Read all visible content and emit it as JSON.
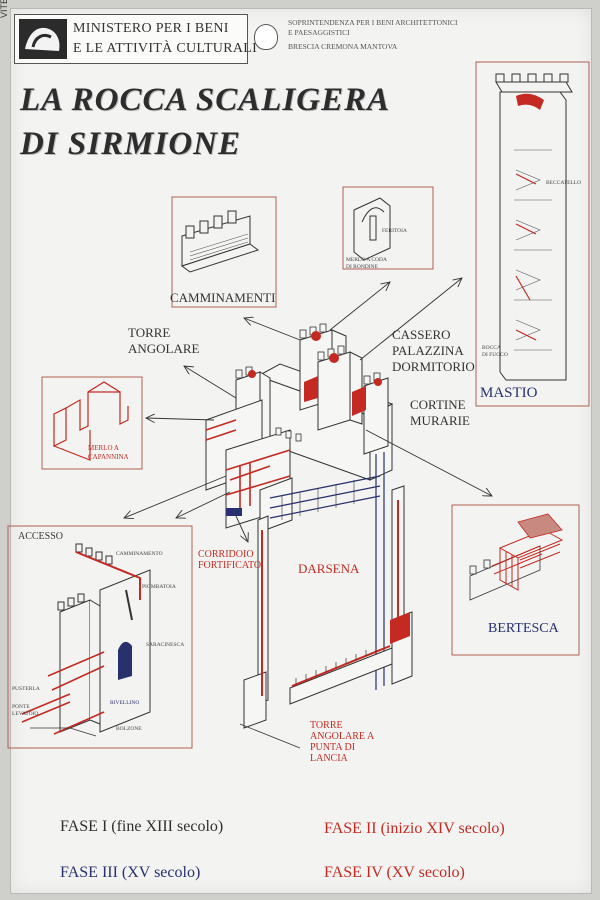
{
  "header": {
    "side_tag": "VITEAC",
    "ministry_line1": "MINISTERO PER I BENI",
    "ministry_line2": "E LE ATTIVITÀ CULTURALI",
    "sopr_line1": "SOPRINTENDENZA PER I BENI ARCHITETTONICI",
    "sopr_line2": "E PAESAGGISTICI",
    "sopr_line3": "BRESCIA CREMONA MANTOVA"
  },
  "title": {
    "line1": "LA ROCCA SCALIGERA",
    "line2": "DI SIRMIONE"
  },
  "labels": {
    "camminamenti": "CAMMINAMENTI",
    "torre_angolare_1": "TORRE",
    "torre_angolare_2": "ANGOLARE",
    "cassero_1": "CASSERO",
    "cassero_2": "PALAZZINA",
    "cassero_3": "DORMITORIO",
    "mastio": "MASTIO",
    "cortine_1": "CORTINE",
    "cortine_2": "MURARIE",
    "merlo_1": "MERLO A",
    "merlo_2": "CAPANNINA",
    "accesso": "ACCESSO",
    "corridoio_1": "CORRIDOIO",
    "corridoio_2": "FORTIFICATO",
    "darsena": "DARSENA",
    "bertesca": "BERTESCA",
    "torre_punta_1": "TORRE",
    "torre_punta_2": "ANGOLARE A",
    "torre_punta_3": "PUNTA DI",
    "torre_punta_4": "LANCIA"
  },
  "small_labels": {
    "camminamento": "CAMMINAMENTO",
    "piombatoia": "PIOMBATOIA",
    "saracinesca": "SARACINESCA",
    "pusterla": "PUSTERLA",
    "ponte_1": "PONTE",
    "ponte_2": "LEVATOIO",
    "bolzone": "BOLZONE",
    "rivellino": "RIVELLINO",
    "feritoia": "FERITOIA",
    "merlo_detail_1": "MERLO A CODA",
    "merlo_detail_2": "DI RONDINE",
    "bocca_1": "BOCCA",
    "bocca_2": "DI FUOCO",
    "beccatello": "BECCATELLO"
  },
  "legend": {
    "fase1": "FASE I  (fine XIII secolo)",
    "fase2": "FASE II (inizio XIV secolo)",
    "fase3": "FASE III (XV secolo)",
    "fase4": "FASE IV (XV secolo)"
  },
  "colors": {
    "fase1": "#2f2f2f",
    "fase2": "#c42a22",
    "fase3": "#28306e",
    "fase4": "#c42a22"
  }
}
